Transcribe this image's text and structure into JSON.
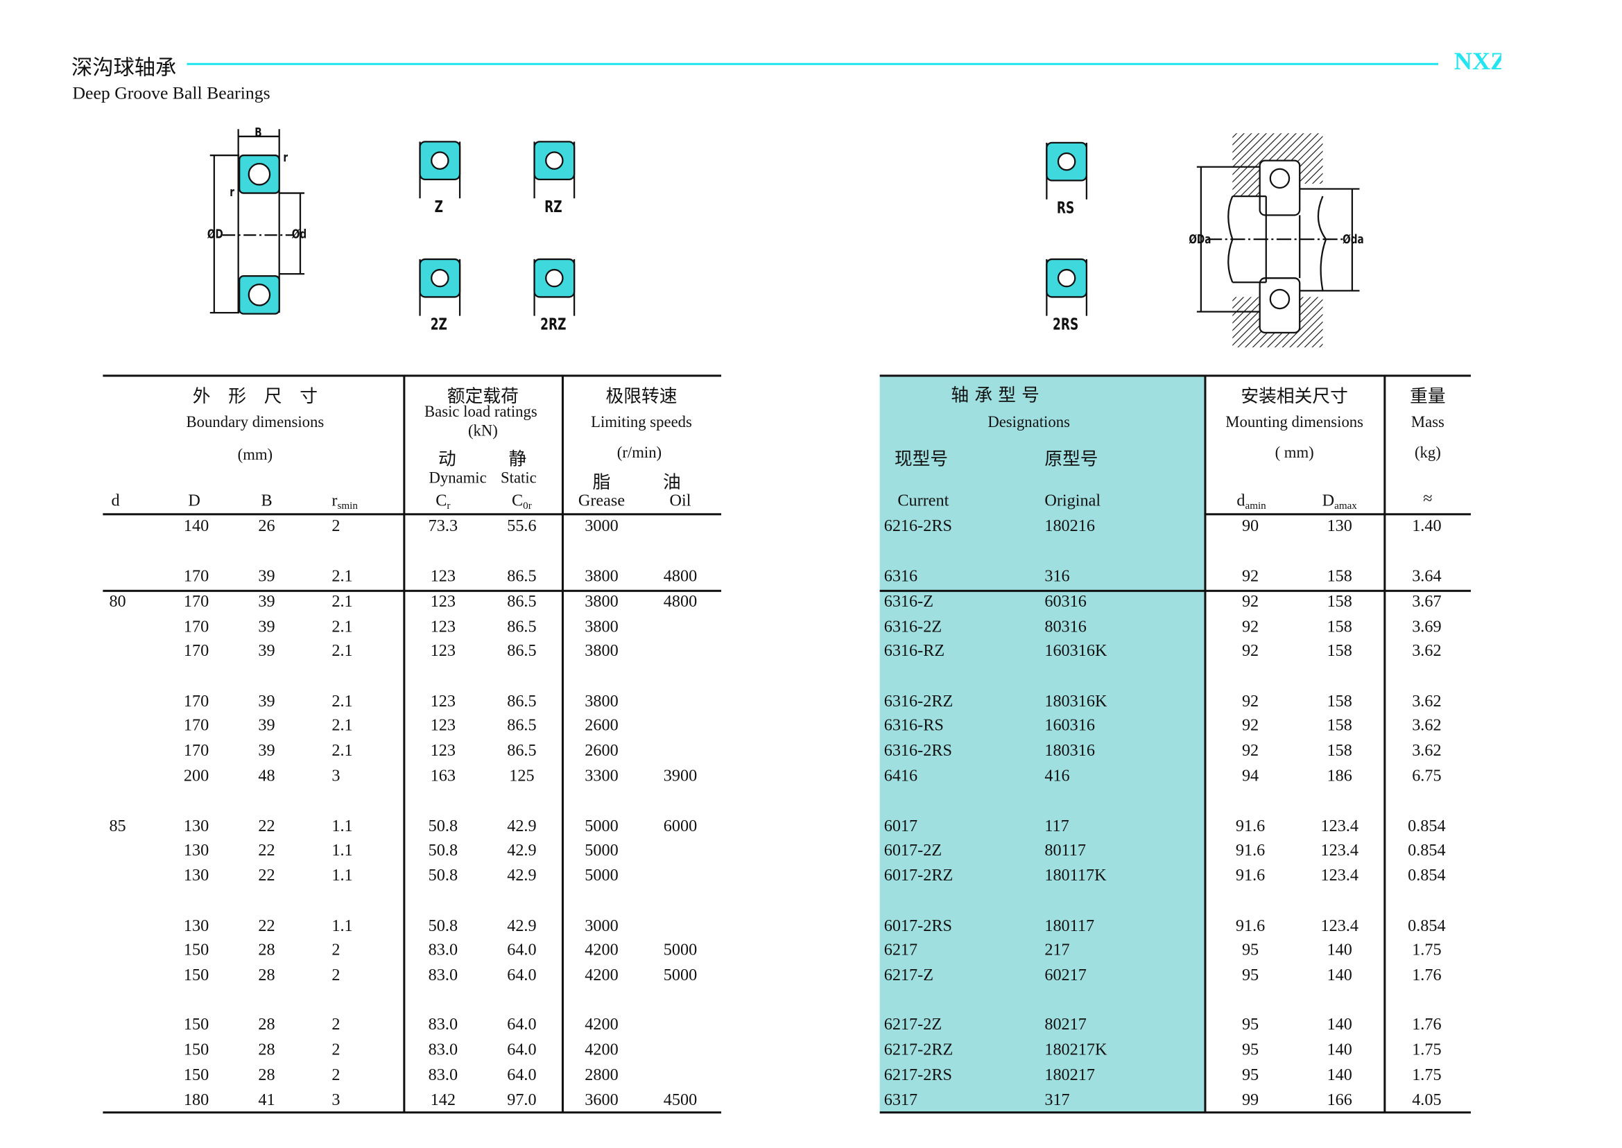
{
  "header": {
    "title_cn": "深沟球轴承",
    "title_en": "Deep Groove Ball Bearings",
    "brand": "NXZ",
    "accent": "#22e5ef"
  },
  "diagrams": {
    "labels": [
      "Z",
      "RZ",
      "2Z",
      "2RZ",
      "RS",
      "2RS"
    ],
    "dim_labels": {
      "B": "B",
      "r": "r",
      "D": "ØD",
      "d": "Ød",
      "Da": "ØDa",
      "da": "Øda"
    }
  },
  "left_head": {
    "boundary_cn": "外　形　尺　寸",
    "boundary_en": "Boundary dimensions",
    "boundary_unit": "(mm)",
    "load_cn": "额定载荷",
    "load_en": "Basic load ratings",
    "load_unit": "(kN)",
    "dyn_cn": "动",
    "stat_cn": "静",
    "dyn_en": "Dynamic",
    "stat_en": "Static",
    "speed_cn": "极限转速",
    "speed_en": "Limiting speeds",
    "speed_unit": "(r/min)",
    "grease_cn": "脂",
    "oil_cn": "油",
    "cols": {
      "d": "d",
      "D": "D",
      "B": "B",
      "r": "r",
      "r_sub": "smin",
      "Cr": "C",
      "Cr_sub": "r",
      "C0r": "C",
      "C0r_sub": "0r",
      "grease": "Grease",
      "oil": "Oil"
    }
  },
  "right_head": {
    "desig_cn": "轴 承 型 号",
    "desig_en": "Designations",
    "current_cn": "现型号",
    "original_cn": "原型号",
    "current_en": "Current",
    "original_en": "Original",
    "mount_cn": "安装相关尺寸",
    "mount_en": "Mounting dimensions",
    "mount_unit": "( mm)",
    "damin": "d",
    "damin_sub": "amin",
    "damax": "D",
    "damax_sub": "amax",
    "mass_cn": "重量",
    "mass_en": "Mass",
    "mass_unit": "(kg)",
    "approx": "≈"
  },
  "rows": [
    {
      "d": "",
      "D": "140",
      "B": "26",
      "r": "2",
      "Cr": "73.3",
      "C0r": "55.6",
      "grease": "3000",
      "oil": "",
      "cur": "6216-2RS",
      "orig": "180216",
      "damin": "90",
      "damax": "130",
      "mass": "1.40"
    },
    {
      "d": "",
      "D": "170",
      "B": "39",
      "r": "2.1",
      "Cr": "123",
      "C0r": "86.5",
      "grease": "3800",
      "oil": "4800",
      "cur": "6316",
      "orig": "316",
      "damin": "92",
      "damax": "158",
      "mass": "3.64"
    },
    {
      "d": "80",
      "D": "170",
      "B": "39",
      "r": "2.1",
      "Cr": "123",
      "C0r": "86.5",
      "grease": "3800",
      "oil": "4800",
      "cur": "6316-Z",
      "orig": "60316",
      "damin": "92",
      "damax": "158",
      "mass": "3.67"
    },
    {
      "d": "",
      "D": "170",
      "B": "39",
      "r": "2.1",
      "Cr": "123",
      "C0r": "86.5",
      "grease": "3800",
      "oil": "",
      "cur": "6316-2Z",
      "orig": "80316",
      "damin": "92",
      "damax": "158",
      "mass": "3.69"
    },
    {
      "d": "",
      "D": "170",
      "B": "39",
      "r": "2.1",
      "Cr": "123",
      "C0r": "86.5",
      "grease": "3800",
      "oil": "",
      "cur": "6316-RZ",
      "orig": "160316K",
      "damin": "92",
      "damax": "158",
      "mass": "3.62"
    },
    {
      "d": "",
      "D": "170",
      "B": "39",
      "r": "2.1",
      "Cr": "123",
      "C0r": "86.5",
      "grease": "3800",
      "oil": "",
      "cur": "6316-2RZ",
      "orig": "180316K",
      "damin": "92",
      "damax": "158",
      "mass": "3.62"
    },
    {
      "d": "",
      "D": "170",
      "B": "39",
      "r": "2.1",
      "Cr": "123",
      "C0r": "86.5",
      "grease": "2600",
      "oil": "",
      "cur": "6316-RS",
      "orig": "160316",
      "damin": "92",
      "damax": "158",
      "mass": "3.62"
    },
    {
      "d": "",
      "D": "170",
      "B": "39",
      "r": "2.1",
      "Cr": "123",
      "C0r": "86.5",
      "grease": "2600",
      "oil": "",
      "cur": "6316-2RS",
      "orig": "180316",
      "damin": "92",
      "damax": "158",
      "mass": "3.62"
    },
    {
      "d": "",
      "D": "200",
      "B": "48",
      "r": "3",
      "Cr": "163",
      "C0r": "125",
      "grease": "3300",
      "oil": "3900",
      "cur": "6416",
      "orig": "416",
      "damin": "94",
      "damax": "186",
      "mass": "6.75"
    },
    {
      "d": "85",
      "D": "130",
      "B": "22",
      "r": "1.1",
      "Cr": "50.8",
      "C0r": "42.9",
      "grease": "5000",
      "oil": "6000",
      "cur": "6017",
      "orig": "117",
      "damin": "91.6",
      "damax": "123.4",
      "mass": "0.854"
    },
    {
      "d": "",
      "D": "130",
      "B": "22",
      "r": "1.1",
      "Cr": "50.8",
      "C0r": "42.9",
      "grease": "5000",
      "oil": "",
      "cur": "6017-2Z",
      "orig": "80117",
      "damin": "91.6",
      "damax": "123.4",
      "mass": "0.854"
    },
    {
      "d": "",
      "D": "130",
      "B": "22",
      "r": "1.1",
      "Cr": "50.8",
      "C0r": "42.9",
      "grease": "5000",
      "oil": "",
      "cur": "6017-2RZ",
      "orig": "180117K",
      "damin": "91.6",
      "damax": "123.4",
      "mass": "0.854"
    },
    {
      "d": "",
      "D": "130",
      "B": "22",
      "r": "1.1",
      "Cr": "50.8",
      "C0r": "42.9",
      "grease": "3000",
      "oil": "",
      "cur": "6017-2RS",
      "orig": "180117",
      "damin": "91.6",
      "damax": "123.4",
      "mass": "0.854"
    },
    {
      "d": "",
      "D": "150",
      "B": "28",
      "r": "2",
      "Cr": "83.0",
      "C0r": "64.0",
      "grease": "4200",
      "oil": "5000",
      "cur": "6217",
      "orig": "217",
      "damin": "95",
      "damax": "140",
      "mass": "1.75"
    },
    {
      "d": "",
      "D": "150",
      "B": "28",
      "r": "2",
      "Cr": "83.0",
      "C0r": "64.0",
      "grease": "4200",
      "oil": "5000",
      "cur": "6217-Z",
      "orig": "60217",
      "damin": "95",
      "damax": "140",
      "mass": "1.76"
    },
    {
      "d": "",
      "D": "150",
      "B": "28",
      "r": "2",
      "Cr": "83.0",
      "C0r": "64.0",
      "grease": "4200",
      "oil": "",
      "cur": "6217-2Z",
      "orig": "80217",
      "damin": "95",
      "damax": "140",
      "mass": "1.76"
    },
    {
      "d": "",
      "D": "150",
      "B": "28",
      "r": "2",
      "Cr": "83.0",
      "C0r": "64.0",
      "grease": "4200",
      "oil": "",
      "cur": "6217-2RZ",
      "orig": "180217K",
      "damin": "95",
      "damax": "140",
      "mass": "1.75"
    },
    {
      "d": "",
      "D": "150",
      "B": "28",
      "r": "2",
      "Cr": "83.0",
      "C0r": "64.0",
      "grease": "2800",
      "oil": "",
      "cur": "6217-2RS",
      "orig": "180217",
      "damin": "95",
      "damax": "140",
      "mass": "1.75"
    },
    {
      "d": "",
      "D": "180",
      "B": "41",
      "r": "3",
      "Cr": "142",
      "C0r": "97.0",
      "grease": "3600",
      "oil": "4500",
      "cur": "6317",
      "orig": "317",
      "damin": "99",
      "damax": "166",
      "mass": "4.05"
    }
  ]
}
